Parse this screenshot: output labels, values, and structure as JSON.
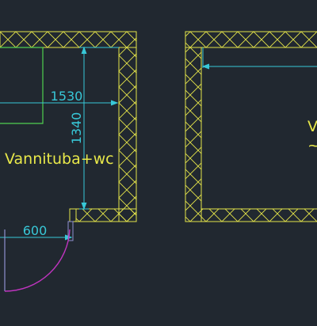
{
  "drawing": {
    "dimension_width": "1530",
    "dimension_height": "1340",
    "dimension_door": "600",
    "room_label": "Vannituba+wc",
    "cut_label_char": "V",
    "cut_label_tilde": "~"
  },
  "colors": {
    "background": "#212830",
    "wall": "#e4e44a",
    "dimension": "#38c8d8",
    "fixture": "#4fd04f",
    "door": "#c034c0",
    "door_leaf": "#8f8fcf",
    "label": "#e8e84a"
  }
}
